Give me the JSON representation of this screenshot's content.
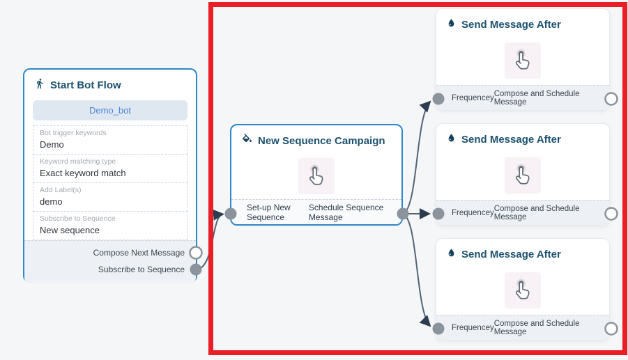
{
  "nodes": {
    "start_bot_flow": {
      "title": "Start Bot Flow",
      "bot_name_button": "Demo_bot",
      "fields": [
        {
          "label": "Bot trigger keywords",
          "value": "Demo"
        },
        {
          "label": "Keyword matching type",
          "value": "Exact keyword match"
        },
        {
          "label": "Add Label(s)",
          "value": "demo"
        },
        {
          "label": "Subscribe to Sequence",
          "value": "New sequence"
        }
      ],
      "outputs": [
        {
          "label": "Compose Next Message"
        },
        {
          "label": "Subscribe to Sequence"
        }
      ]
    },
    "new_sequence_campaign": {
      "title": "New Sequence Campaign",
      "input_label": "Set-up New Sequence",
      "output_label": "Schedule Sequence Message"
    },
    "send_message_after": [
      {
        "title": "Send Message After",
        "input_label": "Frequencey",
        "output_label": "Compose and Schedule Message"
      },
      {
        "title": "Send Message After",
        "input_label": "Frequencey",
        "output_label": "Compose and Schedule Message"
      },
      {
        "title": "Send Message After",
        "input_label": "Frequencey",
        "output_label": "Compose and Schedule Message"
      }
    ]
  },
  "icons": {
    "start_header": "walking-person-icon",
    "campaign_header": "paint-bucket-icon",
    "send_header": "water-drop-icon",
    "node_body": "tap-click-hand-icon"
  },
  "colors": {
    "canvas_bg": "#f5f6f8",
    "active_node_border": "#2d87ca",
    "node_title": "#1b5170",
    "highlight_red": "#e91e26",
    "edge_stroke": "#506577",
    "port_fill": "#8b939c",
    "button_bg": "#dfe7f1",
    "button_text": "#4a86d8",
    "footer_bg": "#edf1f5"
  }
}
